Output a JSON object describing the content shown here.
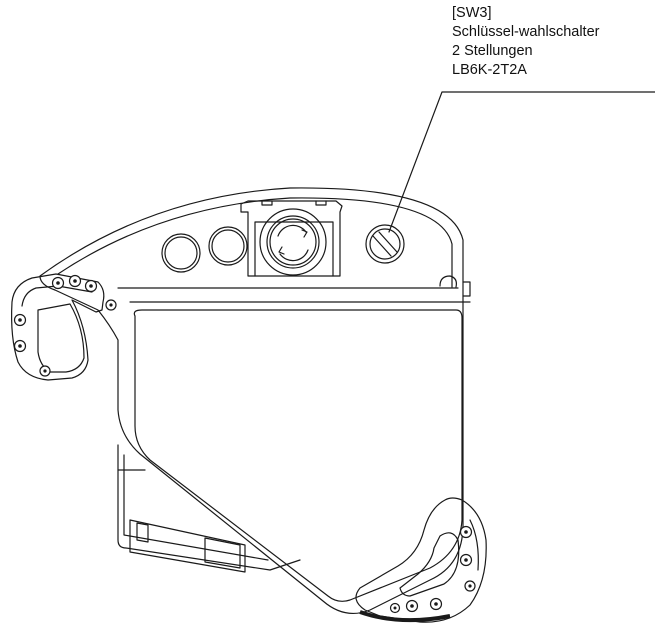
{
  "callout": {
    "lines": [
      "[SW3]",
      "Schlüssel-wahlschalter",
      "2 Stellungen",
      "LB6K-2T2A"
    ]
  },
  "colors": {
    "stroke": "#1a1a1a",
    "fill": "#ffffff",
    "text": "#111111"
  },
  "components": {
    "pilot_light_left": "pilot-light",
    "pilot_light_right": "pilot-light",
    "emergency_stop": "emergency-stop-button",
    "key_selector_switch": "key-selector-switch",
    "display_panel": "display-panel"
  }
}
